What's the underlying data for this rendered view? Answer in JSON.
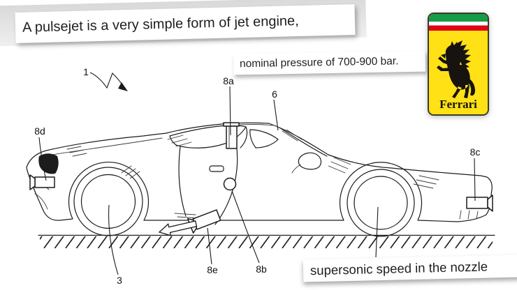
{
  "captions": {
    "headline": "A pulsejet is a very simple form of jet engine,",
    "pressure": "nominal pressure of 700-900 bar.",
    "nozzle": "supersonic speed in the nozzle"
  },
  "logo": {
    "brand": "Ferrari",
    "colors": {
      "green": "#169b48",
      "white": "#ffffff",
      "red": "#e2001a",
      "yellow": "#ffe115",
      "horse": "#161310",
      "text": "#141414"
    }
  },
  "figure": {
    "labels": {
      "car": "1",
      "front_wheel": "3",
      "roof": "6",
      "thruster_top": "8a",
      "thruster_side": "8b",
      "thruster_rear": "8c",
      "thruster_front": "8d",
      "thruster_bottom": "8e"
    }
  }
}
